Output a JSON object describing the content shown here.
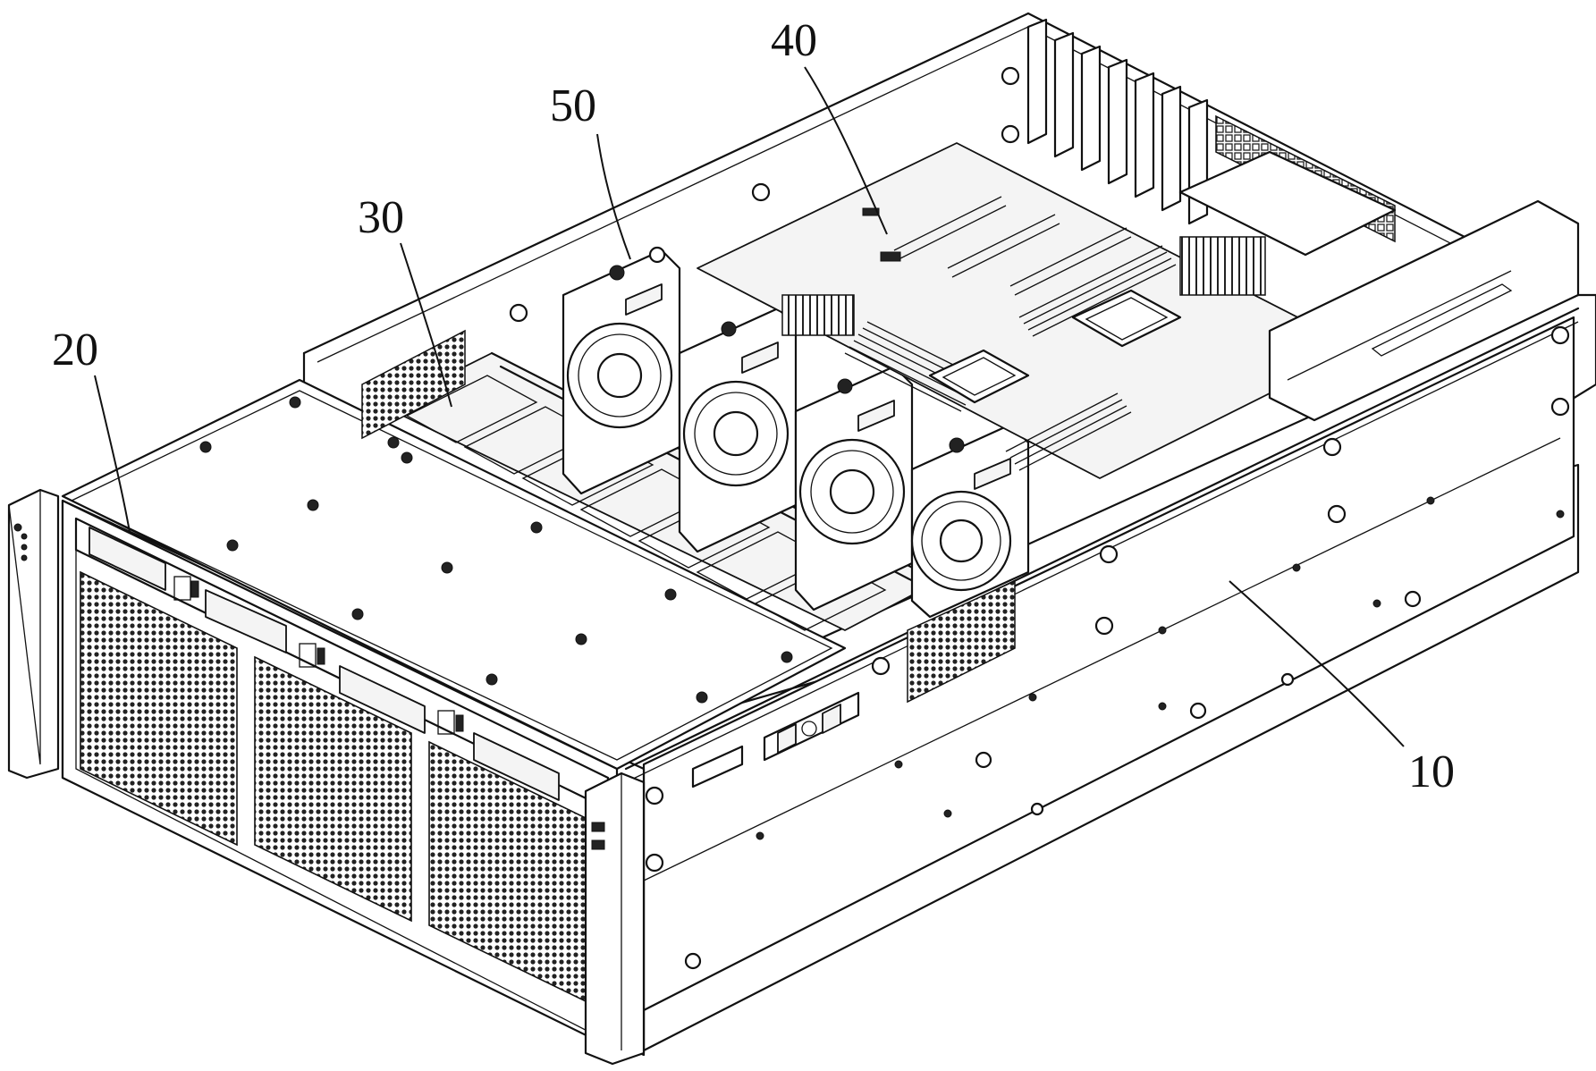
{
  "figure": {
    "reference_numerals": [
      {
        "id": "chassis",
        "text": "10"
      },
      {
        "id": "drive-bay",
        "text": "20"
      },
      {
        "id": "drive-cage",
        "text": "30"
      },
      {
        "id": "motherboard",
        "text": "40"
      },
      {
        "id": "fan-module",
        "text": "50"
      }
    ]
  },
  "colors": {
    "line": "#111111",
    "background": "#ffffff",
    "mesh": "#222222"
  }
}
